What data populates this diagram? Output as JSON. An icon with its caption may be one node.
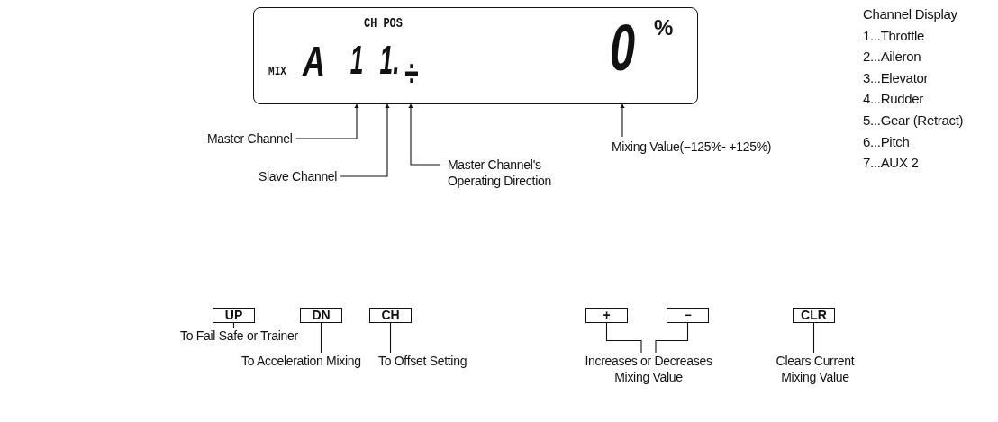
{
  "diagram": {
    "nodes": [
      {
        "text": [
          "CH POS",
          "MIX",
          "A",
          "%"
        ]
      },
      {
        "text": [
          "1"
        ],
        "in": 0
      },
      {
        "text": [
          "1."
        ],
        "in": 0
      },
      {
        "text": [
          "÷"
        ],
        "in": 0
      },
      {
        "text": [
          "0"
        ],
        "in": 0
      },
      {
        "text": [
          "Master Channel"
        ]
      },
      {
        "text": [
          "Slave Channel"
        ]
      },
      {
        "text": [
          "Master Channel's Operating Direction"
        ]
      },
      {
        "text": [
          "Mixing Value(−125%- +125%)"
        ]
      },
      {
        "text": [
          "UP"
        ]
      },
      {
        "text": [
          "DN"
        ]
      },
      {
        "text": [
          "CH"
        ]
      },
      {
        "text": [
          "+"
        ]
      },
      {
        "text": [
          "−"
        ]
      },
      {
        "text": [
          "CLR"
        ]
      },
      {
        "text": [
          "To Fail Safe or Trainer"
        ]
      },
      {
        "text": [
          "To Acceleration Mixing"
        ]
      },
      {
        "text": [
          "To Offset Setting"
        ]
      },
      {
        "text": [
          "Increases or Decreases Mixing Value"
        ]
      },
      {
        "text": [
          "Clears Current Mixing Value"
        ]
      }
    ],
    "edges": [
      {
        "from": 5,
        "to": 1,
        "arrow": "to"
      },
      {
        "from": 6,
        "to": 2,
        "arrow": "to"
      },
      {
        "from": 7,
        "to": 3,
        "arrow": "to"
      },
      {
        "from": 8,
        "to": 4,
        "arrow": "to"
      },
      {
        "from": 9,
        "to": 15,
        "arrow": "none"
      },
      {
        "from": 10,
        "to": 16,
        "arrow": "none"
      },
      {
        "from": 11,
        "to": 17,
        "arrow": "none"
      },
      {
        "from": 12,
        "to": 18,
        "arrow": "none"
      },
      {
        "from": 13,
        "to": 18,
        "arrow": "none"
      },
      {
        "from": 14,
        "to": 19,
        "arrow": "none"
      }
    ],
    "labels": [
      "Channel Display",
      "1...Throttle",
      "2...Aileron",
      "3...Elevator",
      "4...Rudder",
      "5...Gear (Retract)",
      "6...Pitch",
      "7...AUX 2"
    ]
  }
}
